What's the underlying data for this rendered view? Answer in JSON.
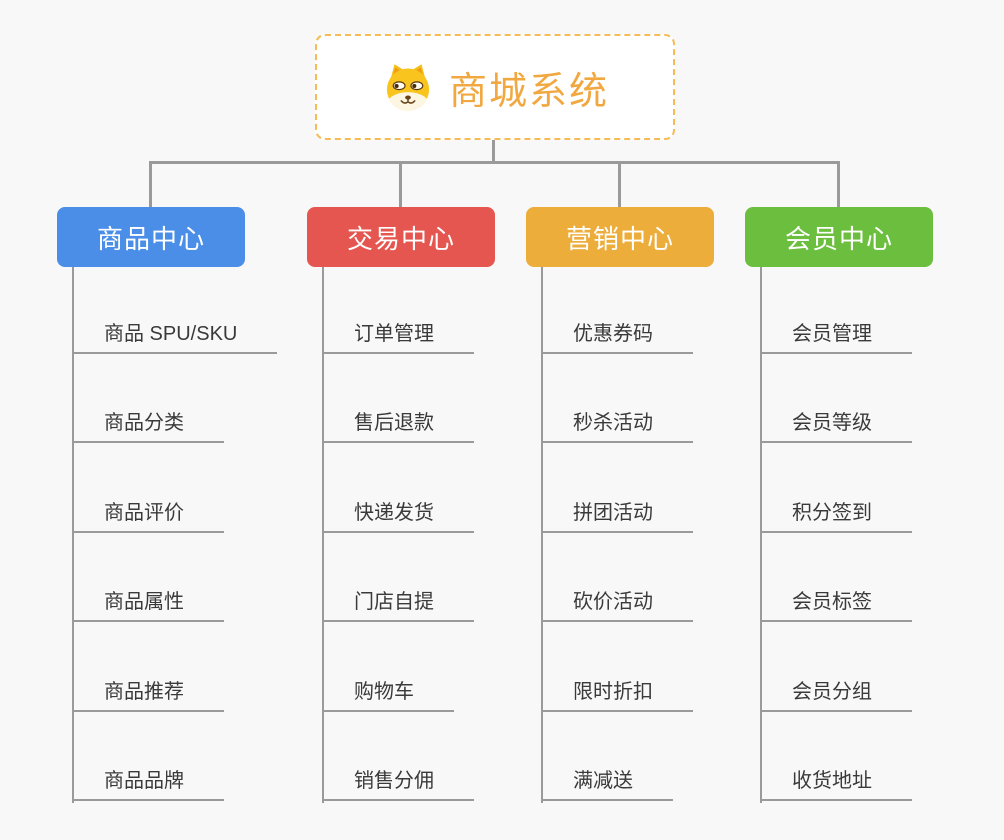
{
  "root": {
    "title": "商城系统",
    "icon": "dog-face-icon",
    "text_color": "#f1a840",
    "border_color": "#f6bb55",
    "background": "#ffffff"
  },
  "canvas": {
    "background": "#f8f8f8",
    "line_color": "#9a9a9a"
  },
  "branches": [
    {
      "label": "商品中心",
      "color": "#4a8ee8",
      "children": [
        "商品 SPU/SKU",
        "商品分类",
        "商品评价",
        "商品属性",
        "商品推荐",
        "商品品牌"
      ]
    },
    {
      "label": "交易中心",
      "color": "#e4564f",
      "children": [
        "订单管理",
        "售后退款",
        "快递发货",
        "门店自提",
        "购物车",
        "销售分佣"
      ]
    },
    {
      "label": "营销中心",
      "color": "#edad3b",
      "children": [
        "优惠券码",
        "秒杀活动",
        "拼团活动",
        "砍价活动",
        "限时折扣",
        "满减送"
      ]
    },
    {
      "label": "会员中心",
      "color": "#6cbe3f",
      "children": [
        "会员管理",
        "会员等级",
        "积分签到",
        "会员标签",
        "会员分组",
        "收货地址"
      ]
    }
  ]
}
